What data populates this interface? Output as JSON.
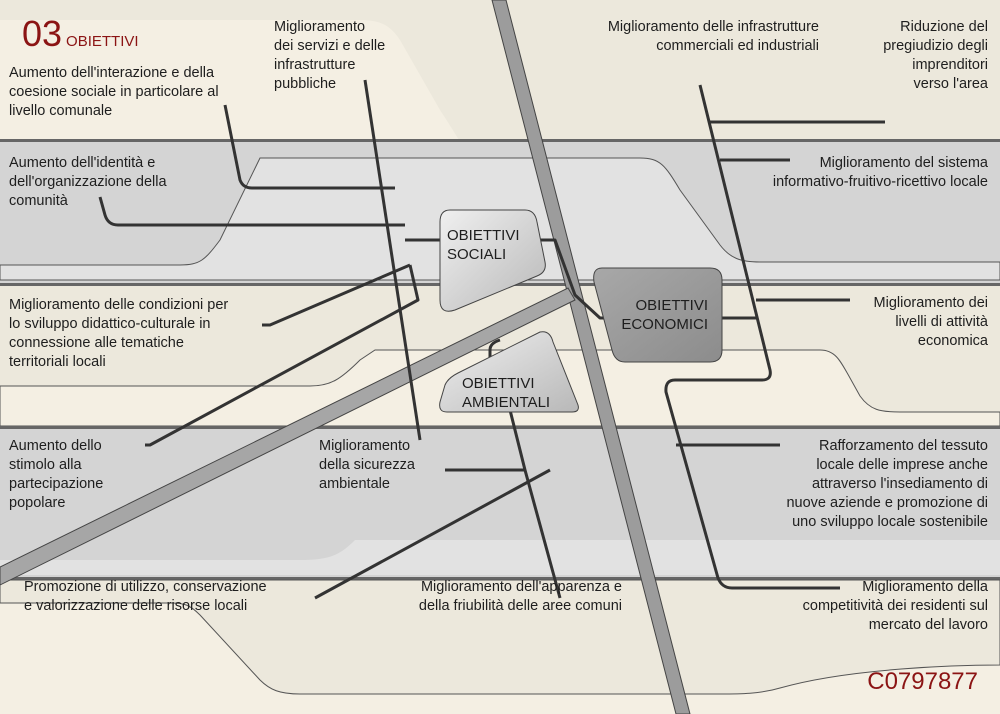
{
  "header": {
    "number": "03",
    "title": "OBIETTIVI"
  },
  "code": "C0797877",
  "hubs": {
    "sociali": [
      "OBIETTIVI",
      "SOCIALI"
    ],
    "economici": [
      "OBIETTIVI",
      "ECONOMICI"
    ],
    "ambientali": [
      "OBIETTIVI",
      "AMBIENTALI"
    ]
  },
  "labels": {
    "interazione": [
      "Aumento dell'interazione e della",
      "coesione sociale in particolare al",
      "livello comunale"
    ],
    "servizi": [
      "Miglioramento",
      "dei servizi e delle",
      "infrastrutture",
      "pubbliche"
    ],
    "identita": [
      "Aumento dell'identità e",
      "dell'organizzazione della",
      "comunità"
    ],
    "didattico": [
      "Miglioramento delle condizioni per",
      "lo sviluppo didattico-culturale in",
      "connessione alle tematiche",
      "territoriali locali"
    ],
    "stimolo": [
      "Aumento dello",
      "stimolo alla",
      "partecipazione",
      "popolare"
    ],
    "sicurezza": [
      "Miglioramento",
      "della sicurezza",
      "ambientale"
    ],
    "risorse": [
      "Promozione di utilizzo, conservazione",
      "e valorizzazione delle risorse locali"
    ],
    "apparenza": [
      "Miglioramento dell'apparenza e",
      "della friubilità delle aree comuni"
    ],
    "infrastrutture_comm": [
      "Miglioramento delle infrastrutture",
      "commerciali ed industriali"
    ],
    "pregiudizio": [
      "Riduzione del",
      "pregiudizio degli",
      "imprenditori",
      "verso l'area"
    ],
    "informativo": [
      "Miglioramento del sistema",
      "informativo-fruitivo-ricettivo locale"
    ],
    "attivita": [
      "Miglioramento dei",
      "livelli di attività",
      "economica"
    ],
    "tessuto": [
      "Rafforzamento del tessuto",
      "locale delle imprese anche",
      "attraverso l'insediamento di",
      "nuove aziende e promozione di",
      "uno sviluppo locale sostenibile"
    ],
    "competitivita": [
      "Miglioramento della",
      "competitività dei residenti sul",
      "mercato del lavoro"
    ]
  },
  "colors": {
    "accent": "#8b1414",
    "band_light": "#f4efe3",
    "band_grey": "#d6d6d6",
    "line": "#333333"
  }
}
